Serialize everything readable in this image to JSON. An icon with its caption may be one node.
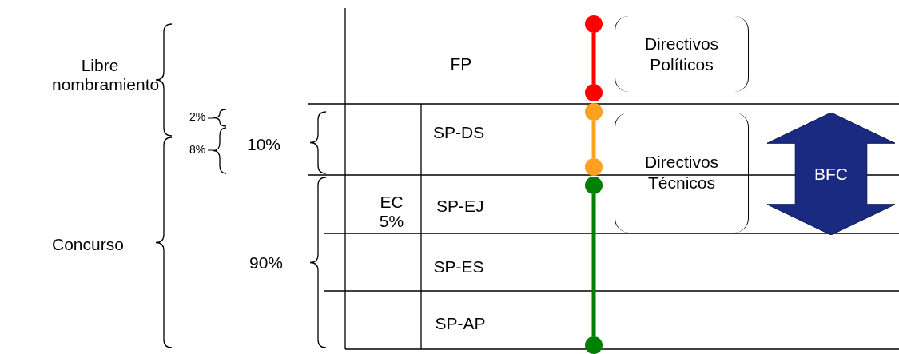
{
  "diagram": {
    "nodes": [
      {
        "text": [
          "Directivos Políticos"
        ]
      },
      {
        "text": [
          "Directivos Técnicos"
        ]
      },
      {
        "text": [
          "BFC"
        ]
      },
      {
        "text": [],
        "shape": "circle"
      },
      {
        "text": [],
        "shape": "circle"
      },
      {
        "text": [],
        "shape": "circle"
      },
      {
        "text": [],
        "shape": "circle"
      },
      {
        "text": [],
        "shape": "circle"
      },
      {
        "text": [],
        "shape": "circle"
      }
    ],
    "edges": [
      {
        "from": 3,
        "to": 4,
        "arrow": "none",
        "color": "#ff0000"
      },
      {
        "from": 5,
        "to": 6,
        "arrow": "none",
        "color": "#ffa020"
      },
      {
        "from": 7,
        "to": 8,
        "arrow": "none",
        "color": "#008000"
      }
    ],
    "labels": [
      "Libre nombramiento",
      "FP",
      "2%",
      "SP-DS",
      "10%",
      "8%",
      "EC 5%",
      "SP-EJ",
      "Concurso",
      "90%",
      "SP-ES",
      "SP-AP"
    ]
  }
}
